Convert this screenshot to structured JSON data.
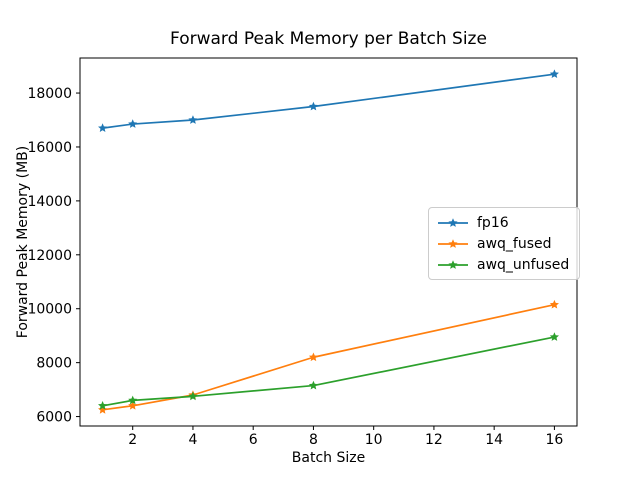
{
  "chart_data": {
    "type": "line",
    "title": "Forward Peak Memory per Batch Size",
    "xlabel": "Batch Size",
    "ylabel": "Forward Peak Memory (MB)",
    "x": [
      1,
      2,
      4,
      8,
      16
    ],
    "series": [
      {
        "name": "fp16",
        "color": "#1f77b4",
        "marker": "star",
        "values": [
          16700,
          16850,
          17000,
          17500,
          18700
        ]
      },
      {
        "name": "awq_fused",
        "color": "#ff7f0e",
        "marker": "star",
        "values": [
          6250,
          6400,
          6800,
          8200,
          10150
        ]
      },
      {
        "name": "awq_unfused",
        "color": "#2ca02c",
        "marker": "star",
        "values": [
          6400,
          6600,
          6750,
          7150,
          8950
        ]
      }
    ],
    "xticks": [
      2,
      4,
      6,
      8,
      10,
      12,
      14,
      16
    ],
    "yticks": [
      6000,
      8000,
      10000,
      12000,
      14000,
      16000,
      18000
    ],
    "xlim": [
      0.25,
      16.75
    ],
    "ylim": [
      5650,
      19300
    ],
    "grid": false,
    "legend_position": "center right",
    "background_color": "#ffffff",
    "spine_color": "#000000"
  }
}
